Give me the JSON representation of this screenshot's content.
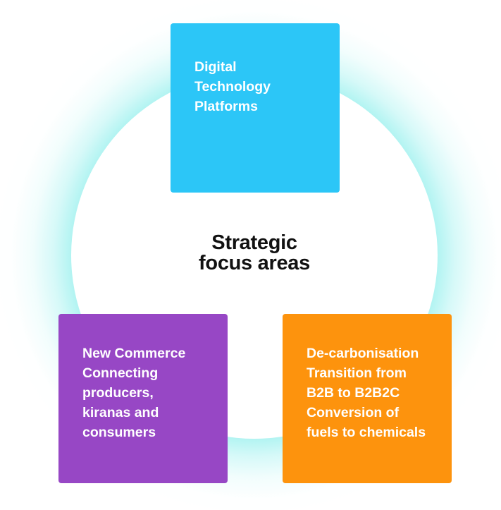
{
  "diagram": {
    "center_title": [
      "Strategic",
      "focus areas"
    ],
    "colors": {
      "glow": "#b2f4f2",
      "circle": "#ffffff",
      "digital": "#2cc6f7",
      "commerce": "#9747c5",
      "energy": "#fd930d"
    },
    "boxes": [
      {
        "id": "digital",
        "lines": [
          "Digital",
          "Technology",
          "Platforms"
        ]
      },
      {
        "id": "commerce",
        "lines": [
          "New Commerce",
          "Connecting",
          "producers,",
          "kiranas and",
          "consumers"
        ]
      },
      {
        "id": "energy",
        "lines": [
          "De-carbonisation",
          "Transition from",
          "B2B to B2B2C",
          "Conversion of",
          "fuels to chemicals"
        ]
      }
    ]
  }
}
